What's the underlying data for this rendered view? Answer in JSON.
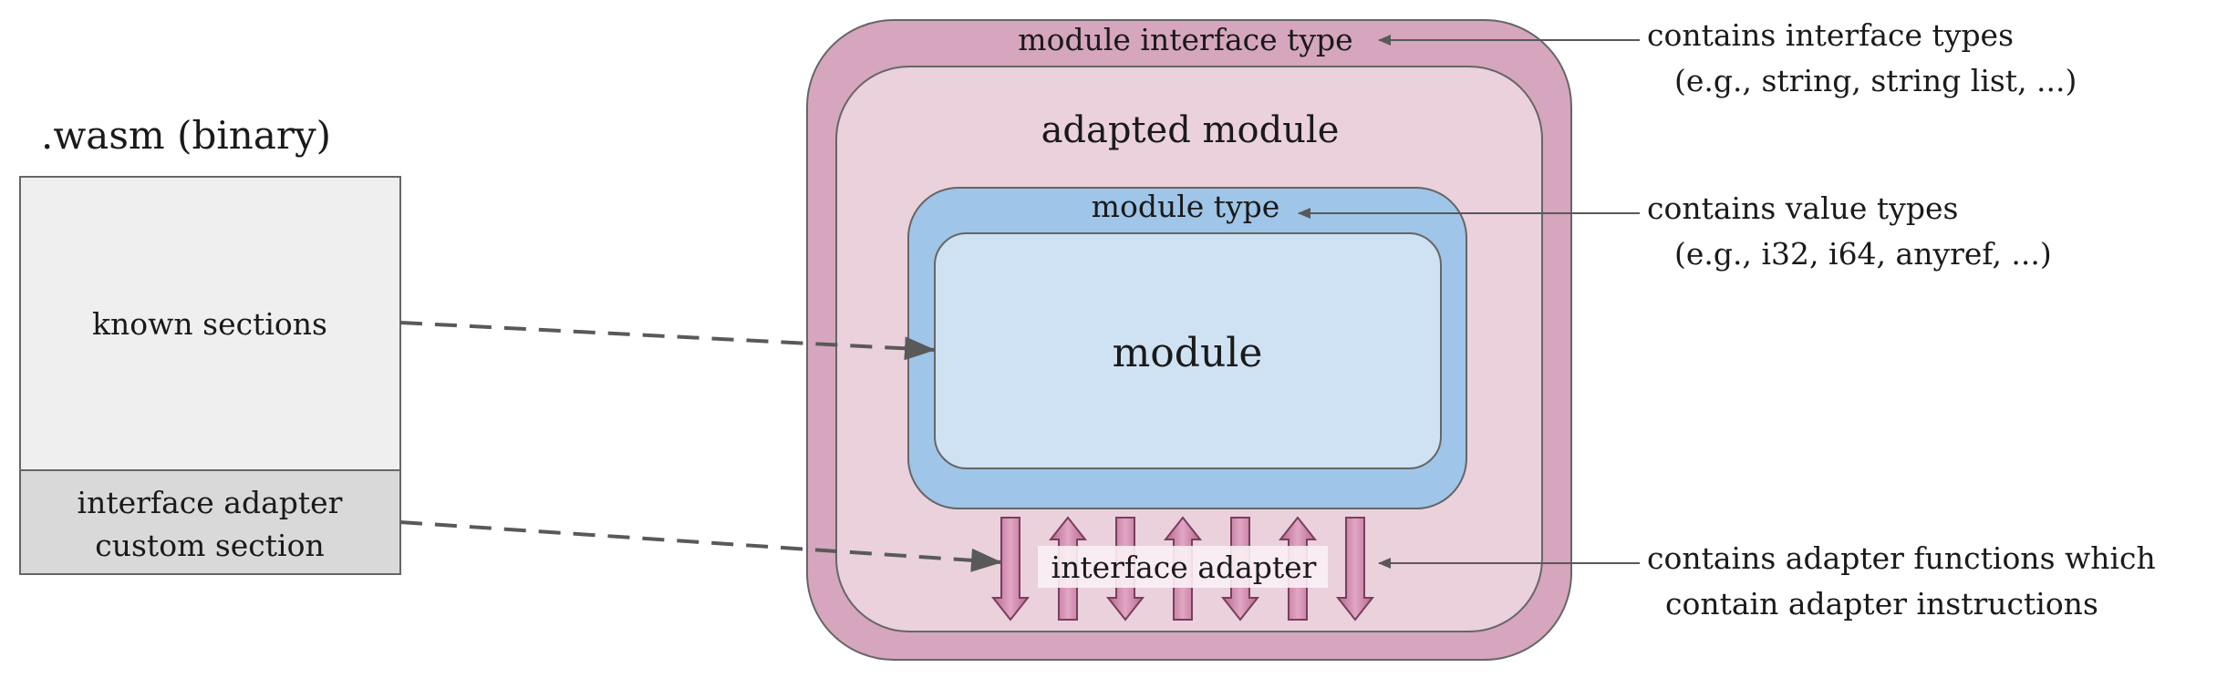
{
  "binary": {
    "title": ".wasm (binary)",
    "known_sections": "known sections",
    "custom_section_line1": "interface adapter",
    "custom_section_line2": "custom section"
  },
  "adapted": {
    "outer_label": "module interface type",
    "title": "adapted module",
    "module_type_label": "module type",
    "module_label": "module",
    "interface_adapter_label": "interface adapter"
  },
  "annotations": {
    "interface_types_line1": "contains interface types",
    "interface_types_line2": "(e.g., string, string list, ...)",
    "value_types_line1": "contains value types",
    "value_types_line2": "(e.g., i32, i64, anyref, ...)",
    "adapter_functions_line1": "contains adapter functions which",
    "adapter_functions_line2": "contain adapter instructions"
  },
  "colors": {
    "outer_pink": "#d5a6bd",
    "inner_pink": "#ead1dc",
    "blue_dark": "#9fc5e8",
    "blue_light": "#cfe2f3",
    "gray_light": "#efefef",
    "gray_dark": "#d9d9d9",
    "arrow_pink": "#c27ba0",
    "line": "#595959"
  },
  "adapter_arrow_directions": [
    "down",
    "up",
    "down",
    "up",
    "down",
    "up",
    "down"
  ]
}
